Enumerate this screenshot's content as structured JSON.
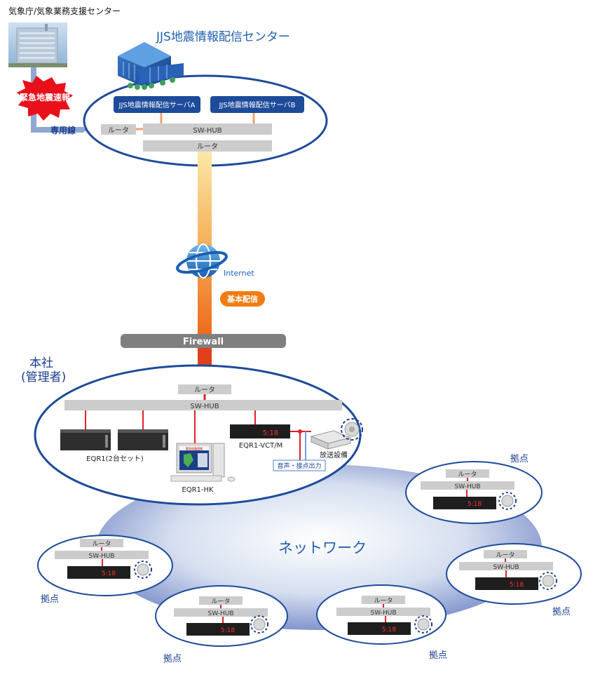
{
  "jma_label": "気象庁/気象業務支援センター",
  "eew_badge": "緊急地震速報",
  "leased_line": "専用線",
  "jjs_center_title": "JJS地震情報配信センター",
  "server_a": "JJS地震情報配信サーバA",
  "server_b": "JJS地震情報配信サーバB",
  "router": "ルータ",
  "sw_hub": "SW-HUB",
  "internet": "Internet",
  "basic_delivery": "基本配信",
  "firewall": "Firewall",
  "hq_title_1": "本社",
  "hq_title_2": "(管理者)",
  "eqr1_pair": "EQR1(2台セット)",
  "eqr1_hk": "EQR1-HK",
  "eqr1_vct": "EQR1-VCT/M",
  "broadcast_equipment": "放送設備",
  "audio_contact_output": "音声・接点出力",
  "network": "ネットワーク",
  "base": "拠点",
  "device_screen": "5:18",
  "pc_screen_title": "緊急地震速報",
  "colors": {
    "brand_blue": "#1f5fb0",
    "dark_navy": "#1b3d8f",
    "server_box": "#1d4b9a",
    "gray_bar": "#cccccc",
    "firewall_gray": "#7f7f7f",
    "orange": "#ef7d13",
    "red_line": "#e0202a",
    "eew_red": "#e8101a"
  }
}
